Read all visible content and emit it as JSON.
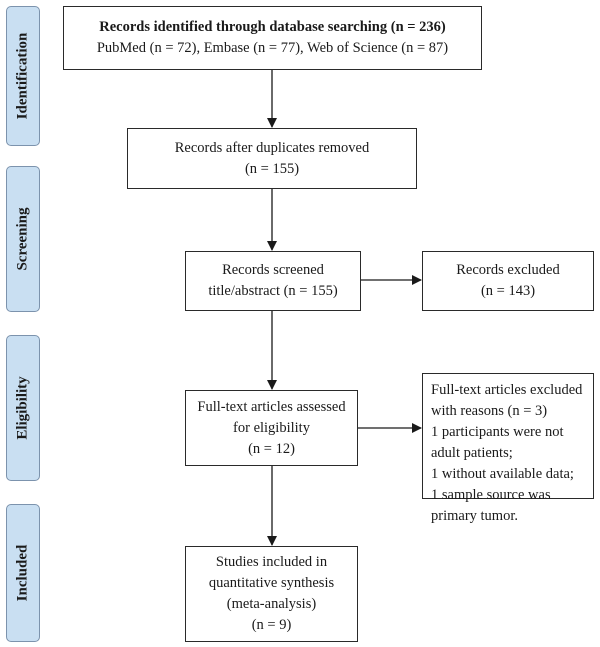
{
  "stages": {
    "identification": "Identification",
    "screening": "Screening",
    "eligibility": "Eligibility",
    "included": "Included"
  },
  "boxes": {
    "identified": {
      "line1": "Records identified through database searching (n = 236)",
      "line2": "PubMed (n = 72), Embase (n = 77), Web of Science (n = 87)"
    },
    "duplicates": {
      "line1": "Records after duplicates removed",
      "line2": "(n = 155)"
    },
    "screened": {
      "line1": "Records screened",
      "line2": "title/abstract (n = 155)"
    },
    "excluded": {
      "line1": "Records excluded",
      "line2": "(n = 143)"
    },
    "fulltext": {
      "line1": "Full-text articles assessed",
      "line2": "for eligibility",
      "line3": "(n = 12)"
    },
    "fulltext_excluded": {
      "lines": [
        "Full-text articles excluded",
        "with reasons (n = 3)",
        "1 participants were not",
        "adult patients;",
        "1 without available data;",
        "1 sample source was",
        "primary tumor."
      ]
    },
    "included": {
      "line1": "Studies included in",
      "line2": "quantitative synthesis",
      "line3": "(meta-analysis)",
      "line4": "(n = 9)"
    }
  },
  "colors": {
    "stage_fill": "#c9dff2",
    "stage_border": "#7c93ad",
    "box_border": "#2a2a2a",
    "arrow": "#1a1a1a"
  }
}
